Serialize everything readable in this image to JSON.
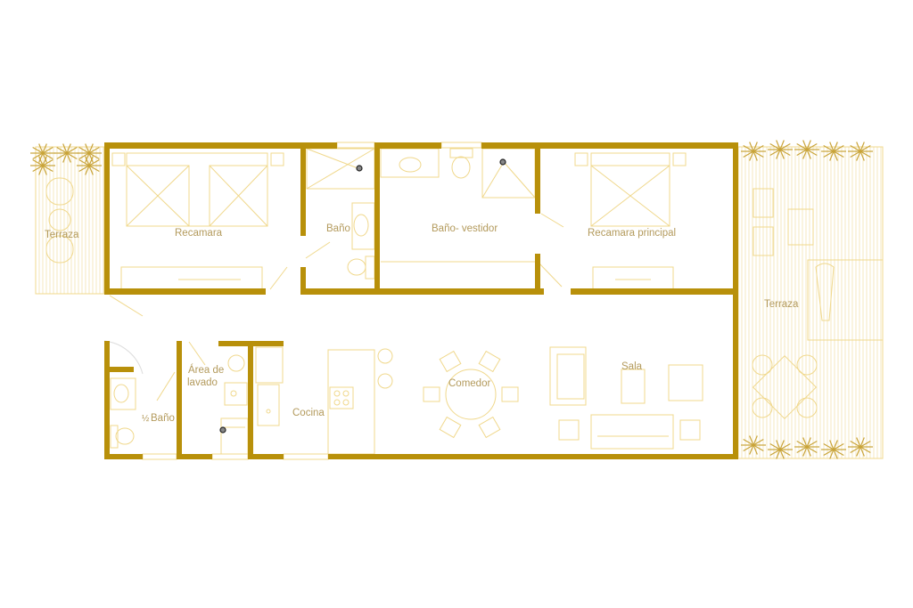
{
  "title": "Floor plan",
  "colors": {
    "wall": "#b8900a",
    "fixture_line": "#f0d88c",
    "label": "#b39a5c"
  },
  "rooms": {
    "terraza_left": "Terraza",
    "recamara": "Recamara",
    "bano": "Baño",
    "bano_vestidor": "Baño- vestidor",
    "recamara_principal": "Recamara principal",
    "terraza_right": "Terraza",
    "area_lavado_1": "Área de",
    "area_lavado_2": "lavado",
    "medio_bano_fraction": "½",
    "medio_bano": "Baño",
    "cocina": "Cocina",
    "comedor": "Comedor",
    "sala": "Sala"
  }
}
